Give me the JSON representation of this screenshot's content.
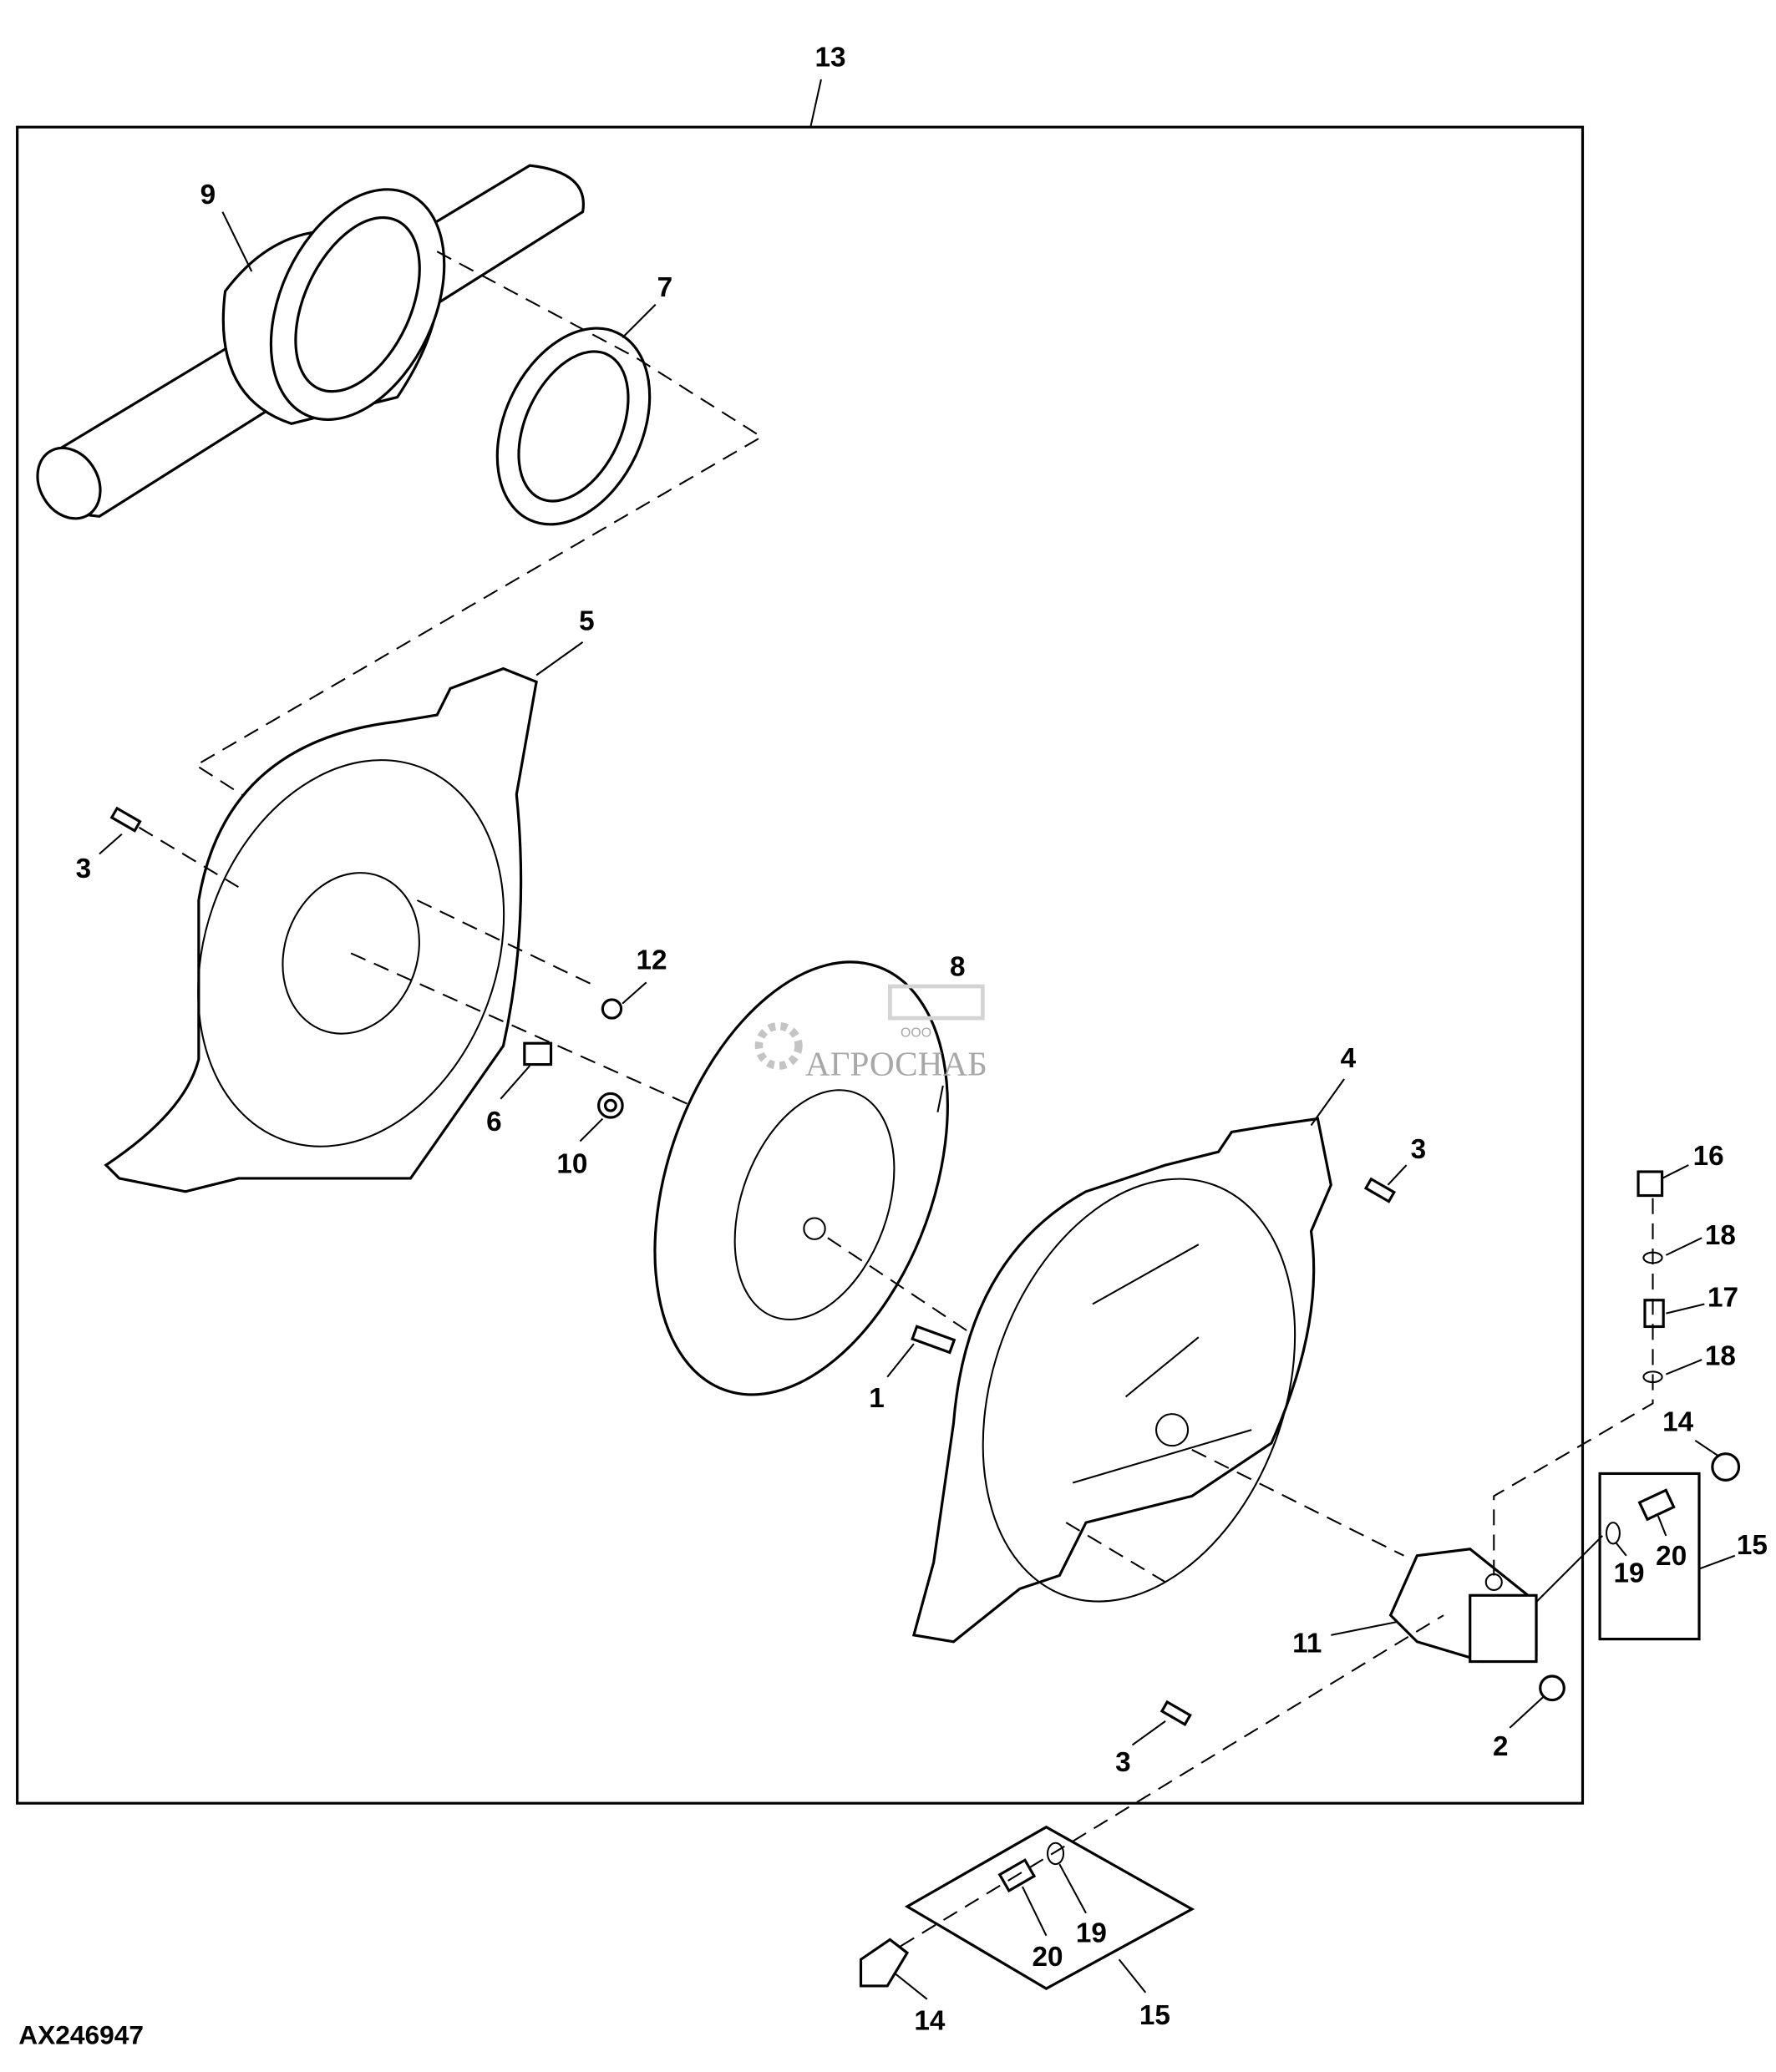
{
  "diagram": {
    "figure_id": "AX246947",
    "assembly_callout": "13",
    "callouts": {
      "c1": "1",
      "c2": "2",
      "c3a": "3",
      "c3b": "3",
      "c3c": "3",
      "c4": "4",
      "c5": "5",
      "c6": "6",
      "c7": "7",
      "c8": "8",
      "c9": "9",
      "c10": "10",
      "c11": "11",
      "c12": "12",
      "c14a": "14",
      "c14b": "14",
      "c15a": "15",
      "c15b": "15",
      "c16": "16",
      "c17": "17",
      "c18a": "18",
      "c18b": "18",
      "c19a": "19",
      "c19b": "19",
      "c20a": "20",
      "c20b": "20"
    },
    "watermark": {
      "prefix": "ООО",
      "name": "АГРОСНАБ"
    }
  }
}
